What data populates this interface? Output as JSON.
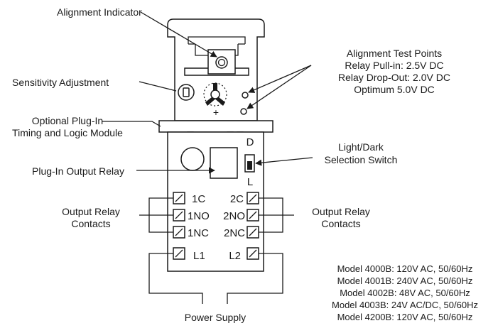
{
  "labels": {
    "alignment_indicator": "Alignment Indicator",
    "alignment_test_points": "Alignment Test Points",
    "relay_pull_in": "Relay Pull-in: 2.5V DC",
    "relay_drop_out": "Relay Drop-Out: 2.0V DC",
    "optimum": "Optimum 5.0V DC",
    "sensitivity_adjustment": "Sensitivity Adjustment",
    "optional_plug_in_line1": "Optional Plug-In",
    "optional_plug_in_line2": "Timing and Logic Module",
    "light_dark_line1": "Light/Dark",
    "light_dark_line2": "Selection Switch",
    "switch_top": "D",
    "switch_bottom": "L",
    "plug_in_output_relay": "Plug-In Output Relay",
    "output_relay_contacts_left_line1": "Output Relay",
    "output_relay_contacts_left_line2": "Contacts",
    "output_relay_contacts_right_line1": "Output Relay",
    "output_relay_contacts_right_line2": "Contacts",
    "power_supply": "Power Supply",
    "plus_sign": "+"
  },
  "terminals": [
    {
      "left": "1C",
      "right": "2C"
    },
    {
      "left": "1NO",
      "right": "2NO"
    },
    {
      "left": "1NC",
      "right": "2NC"
    },
    {
      "left": "L1",
      "right": "L2"
    }
  ],
  "models": [
    "Model 4000B: 120V AC, 50/60Hz",
    "Model 4001B: 240V AC, 50/60Hz",
    "Model 4002B: 48V AC, 50/60Hz",
    "Model 4003B: 24V AC/DC, 50/60Hz",
    "Model 4200B: 120V AC, 50/60Hz"
  ]
}
